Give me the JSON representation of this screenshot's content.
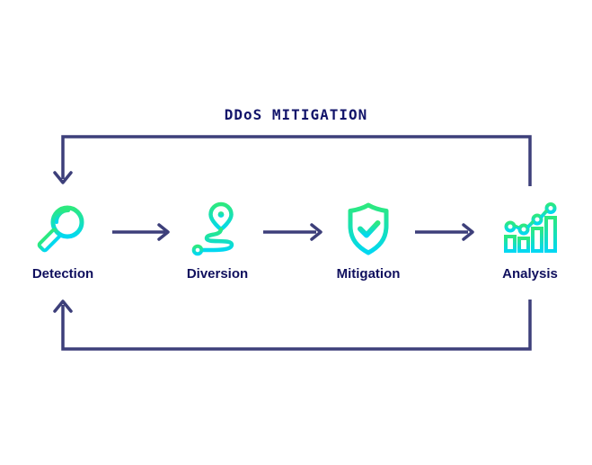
{
  "title": "DDoS MITIGATION",
  "stages": [
    {
      "label": "Detection",
      "icon": "magnifier-icon"
    },
    {
      "label": "Diversion",
      "icon": "route-pin-icon"
    },
    {
      "label": "Mitigation",
      "icon": "shield-check-icon"
    },
    {
      "label": "Analysis",
      "icon": "bar-chart-trend-icon"
    }
  ],
  "flow": {
    "sequence": "Detection → Diversion → Mitigation → Analysis",
    "feedback": "Analysis returns to Detection via top and bottom loop paths"
  },
  "colors": {
    "background": "#ffffff",
    "title_text": "#12146a",
    "label_text": "#10105e",
    "connector": "#3d3f7a",
    "icon_gradient_top": "#2de97e",
    "icon_gradient_bottom": "#00d8f2"
  }
}
